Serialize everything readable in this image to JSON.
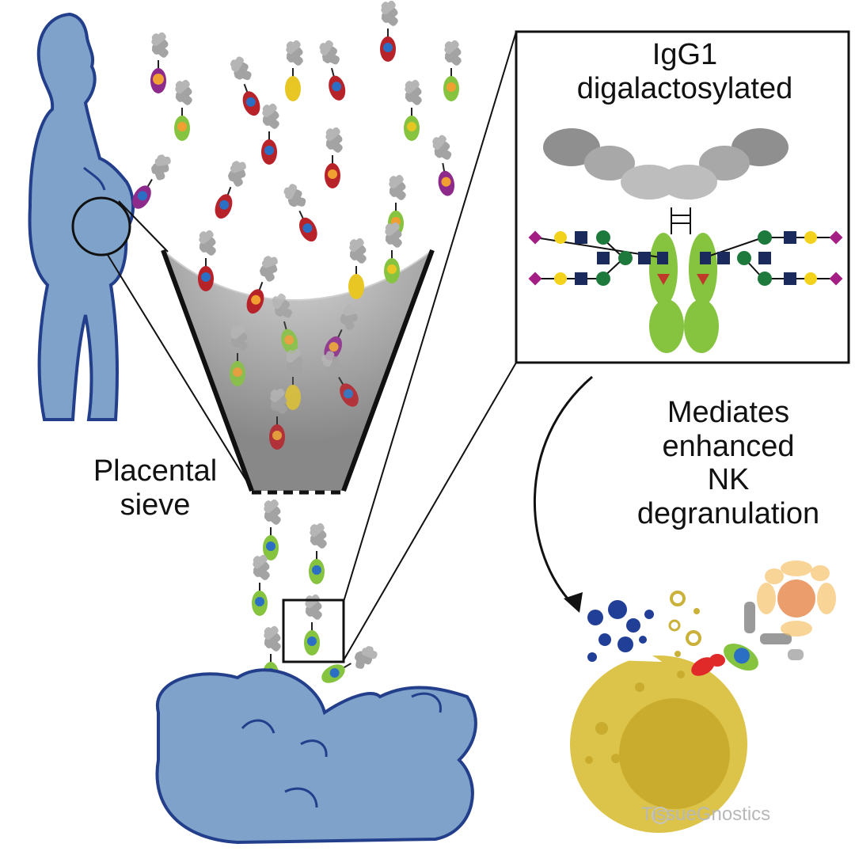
{
  "inset": {
    "title_line1": "IgG1",
    "title_line2": "digalactosylated"
  },
  "sieve": {
    "line1": "Placental",
    "line2": "sieve"
  },
  "effect": {
    "line1": "Mediates",
    "line2": "enhanced",
    "line3": "NK",
    "line4": "degranulation"
  },
  "watermark": {
    "text": "TissueGnostics"
  },
  "colors": {
    "body_fill": "#7da1c8",
    "body_stroke": "#1f3f8f",
    "antibody_gray": "#9a9a9a",
    "fc_red": "#b8232a",
    "fc_purple": "#8e2a8c",
    "fc_yellow": "#e8c724",
    "fc_green": "#86c440",
    "glycan_blue": "#2b6fc4",
    "sieve_gray": "#8c8c8c",
    "nk_cell": "#dcc44a",
    "target_cell": "#f0a978"
  }
}
